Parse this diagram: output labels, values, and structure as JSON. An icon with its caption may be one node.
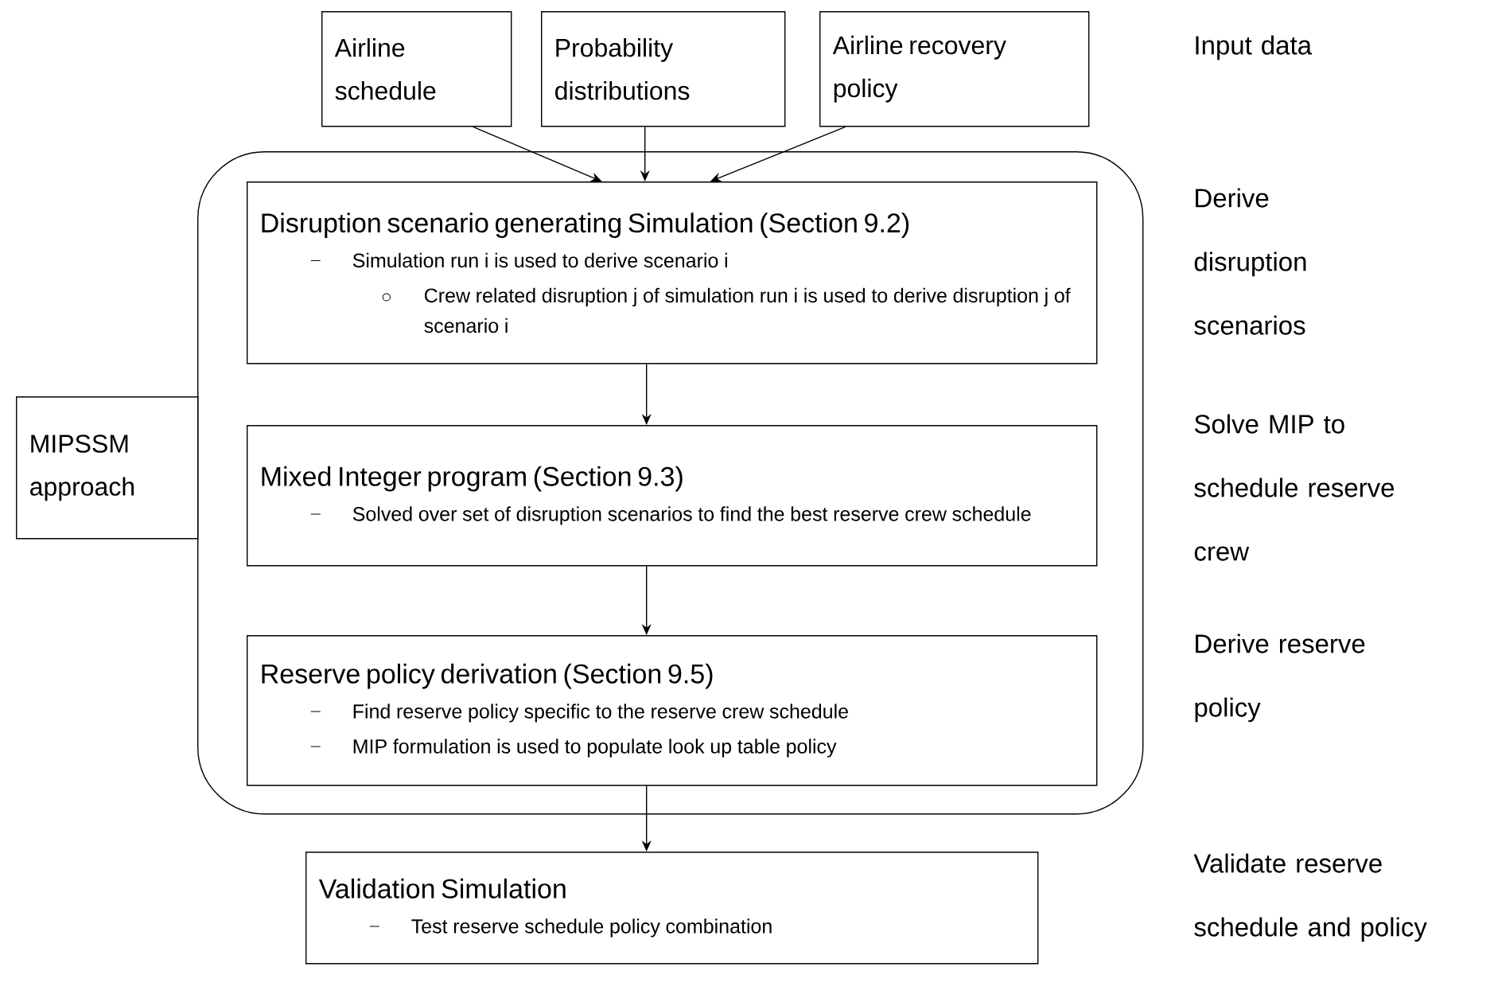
{
  "diagram": {
    "nodes": [
      {
        "text": [
          "Airline schedule"
        ]
      },
      {
        "text": [
          "Probability distributions"
        ]
      },
      {
        "text": [
          "Airline recovery policy"
        ]
      },
      {
        "text": [
          "MIPSSM approach"
        ]
      },
      {
        "text": [],
        "shape": "box"
      },
      {
        "text": [
          "Disruption scenario generating Simulation (Section 9.2)",
          "Simulation run i is used to derive scenario i",
          "Crew related disruption j of simulation run i is used to derive disruption j of scenario i"
        ],
        "in": 4
      },
      {
        "text": [
          "Mixed Integer program (Section 9.3)",
          "Solved over set of disruption scenarios to find the best reserve crew schedule"
        ],
        "in": 4
      },
      {
        "text": [
          "Reserve policy derivation (Section 9.5)",
          "Find reserve policy specific to the reserve crew schedule",
          "MIP formulation is used to populate look up table policy"
        ],
        "in": 4
      },
      {
        "text": [
          "Validation Simulation",
          "Test reserve schedule policy combination"
        ]
      }
    ],
    "edges": [
      {
        "from": 0,
        "to": 5,
        "arrow": "to"
      },
      {
        "from": 1,
        "to": 5,
        "arrow": "to"
      },
      {
        "from": 2,
        "to": 5,
        "arrow": "to"
      },
      {
        "from": 5,
        "to": 6,
        "arrow": "to"
      },
      {
        "from": 6,
        "to": 7,
        "arrow": "to"
      },
      {
        "from": 7,
        "to": 8,
        "arrow": "to"
      }
    ],
    "labels": [
      "Input data",
      "Derive disruption scenarios",
      "Solve MIP to schedule reserve crew",
      "Derive reserve policy",
      "Validate reserve schedule and policy"
    ]
  }
}
